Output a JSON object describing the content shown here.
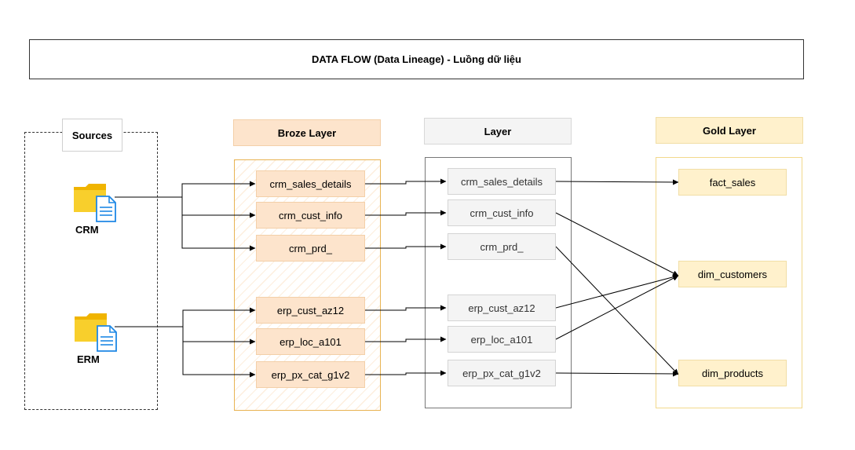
{
  "title": "DATA FLOW (Data Lineage) - Luồng dữ liệu",
  "sources": {
    "label": "Sources",
    "items": [
      "CRM",
      "ERM"
    ]
  },
  "layers": {
    "bronze": "Broze Layer",
    "silver": "Layer",
    "gold": "Gold Layer"
  },
  "bronze_tables": [
    "crm_sales_details",
    "crm_cust_info",
    "crm_prd_",
    "erp_cust_az12",
    "erp_loc_a101",
    "erp_px_cat_g1v2"
  ],
  "silver_tables": [
    "crm_sales_details",
    "crm_cust_info",
    "crm_prd_",
    "erp_cust_az12",
    "erp_loc_a101",
    "erp_px_cat_g1v2"
  ],
  "gold_tables": [
    "fact_sales",
    "dim_customers",
    "dim_products"
  ],
  "colors": {
    "bronze_fill": "#fde4cc",
    "bronze_border": "#e8b352",
    "silver_fill": "#f4f4f4",
    "gold_fill": "#fff1cc",
    "folder": "#f5c518",
    "doc_icon": "#1e88e5"
  }
}
